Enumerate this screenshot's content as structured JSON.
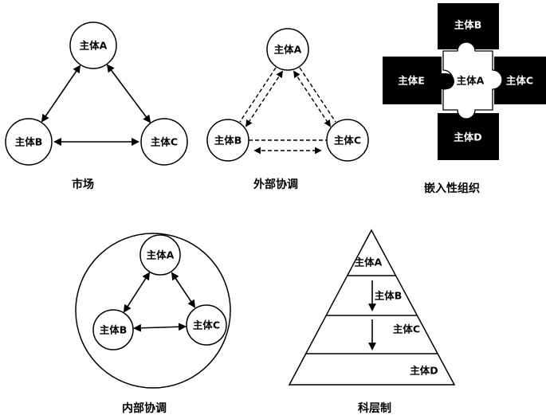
{
  "figure": {
    "background": "#ffffff",
    "ink_color": "#000000"
  },
  "diagrams": {
    "market": {
      "caption": "市场",
      "node_a": "主体A",
      "node_b": "主体B",
      "node_c": "主体C"
    },
    "external_coordination": {
      "caption": "外部协调",
      "node_a": "主体A",
      "node_b": "主体B",
      "node_c": "主体C"
    },
    "embedded_organization": {
      "caption": "嵌入性组织",
      "node_center": "主体A",
      "node_top": "主体B",
      "node_right": "主体C",
      "node_bottom": "主体D",
      "node_left": "主体E"
    },
    "internal_coordination": {
      "caption": "内部协调",
      "node_a": "主体A",
      "node_b": "主体B",
      "node_c": "主体C"
    },
    "hierarchy": {
      "caption": "科层制",
      "levels": [
        "主体A",
        "主体B",
        "主体C",
        "主体D"
      ]
    }
  }
}
